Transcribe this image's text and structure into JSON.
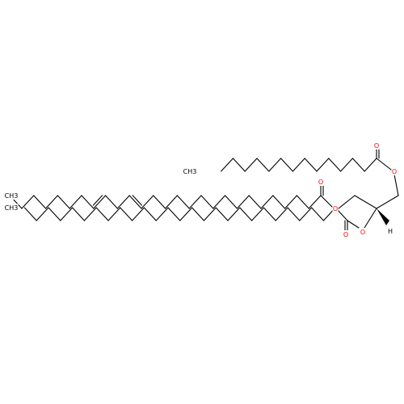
{
  "molecule": {
    "colors": {
      "bond": "#000000",
      "oxygen": "#ff0000",
      "carbon": "#000000",
      "hydrogen": "#000000"
    },
    "labels": {
      "ch3_top": "CH3",
      "ch3_middle": "CH3",
      "ch3_bottom": "CH3",
      "o_carbonyl_top": "O",
      "o_ester_top": "O",
      "o_carbonyl_middle": "O",
      "o_ester_middle": "O",
      "o_ester_bottom": "O",
      "o_carbonyl_bottom": "O",
      "h_stereo": "H"
    }
  }
}
